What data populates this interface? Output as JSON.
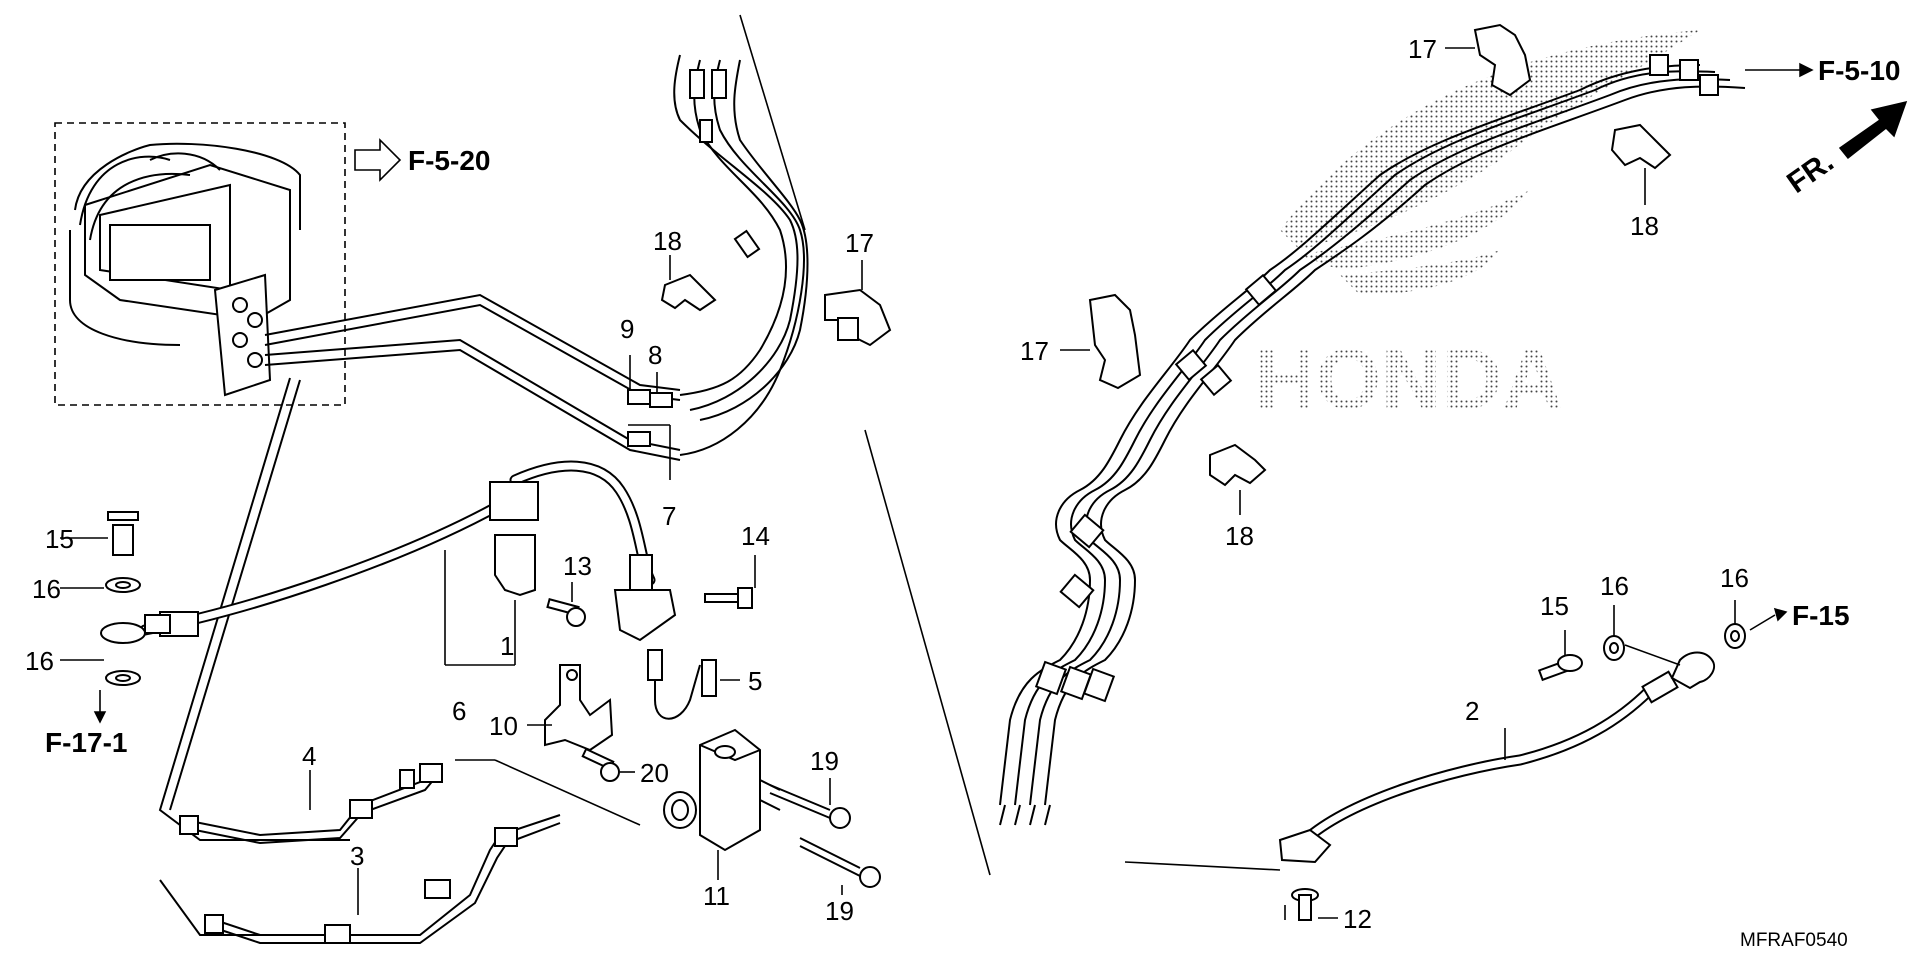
{
  "callouts": {
    "c1": "1",
    "c2": "2",
    "c3": "3",
    "c4": "4",
    "c5": "5",
    "c6": "6",
    "c7": "7",
    "c8": "8",
    "c9": "9",
    "c10": "10",
    "c11": "11",
    "c12": "12",
    "c13": "13",
    "c14": "14",
    "c15_left": "15",
    "c15_right": "15",
    "c16_left_top": "16",
    "c16_left_bottom": "16",
    "c16_right_a": "16",
    "c16_right_b": "16",
    "c17_top": "17",
    "c17_mid": "17",
    "c17_left": "17",
    "c18_left": "18",
    "c18_top_right": "18",
    "c18_mid": "18",
    "c19_top": "19",
    "c19_bottom": "19",
    "c20": "20"
  },
  "references": {
    "f5_20": "F-5-20",
    "f5_10": "F-5-10",
    "f17_1": "F-17-1",
    "f15": "F-15"
  },
  "direction_label": "FR.",
  "watermark_text": "HONDA",
  "diagram_code": "MFRAF0540"
}
